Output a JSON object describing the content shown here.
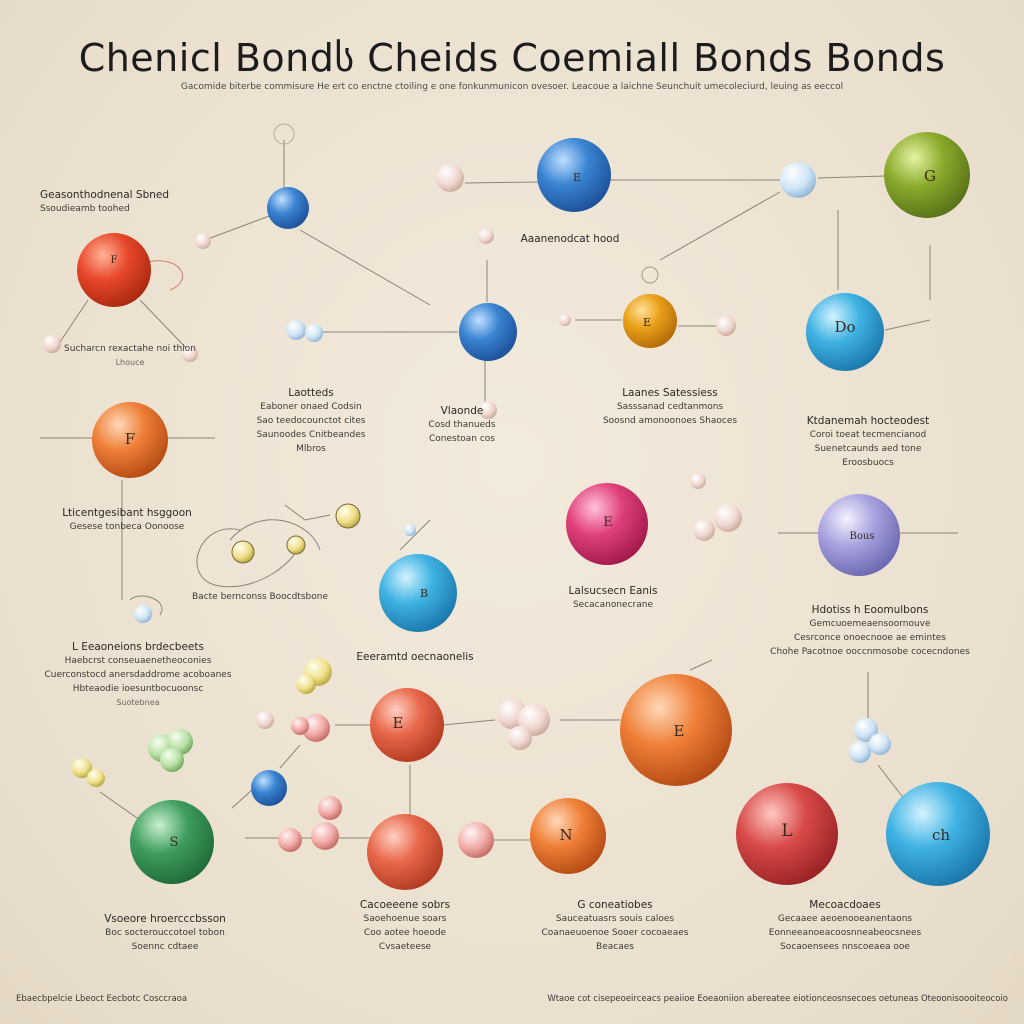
{
  "title": "Chenicl Bondს Cheids Coemiall Bonds Bonds",
  "subtitle": "Gacomide biterbe commisure He ert co enctne ctoiling e one fonkunmunicon ovesoer. Leacoue a laichne Seunchuit umecoleciurd, leuing as eeccol",
  "spheres": [
    {
      "letter": "F",
      "color": "#e85a2c"
    },
    {
      "letter": "",
      "color": "#3f86d0"
    },
    {
      "letter": "E",
      "color": "#3a85d6"
    },
    {
      "letter": "G",
      "color": "#8aaa2e"
    },
    {
      "letter": "",
      "color": "#3d83d0"
    },
    {
      "letter": "E",
      "color": "#e79a18"
    },
    {
      "letter": "Do",
      "color": "#3eaee0"
    },
    {
      "letter": "F",
      "color": "#ee8040"
    },
    {
      "letter": "E",
      "color": "#e0407c"
    },
    {
      "letter": "Bous",
      "color": "#9c98d8"
    },
    {
      "letter": "B",
      "color": "#3cb4d4"
    },
    {
      "letter": "E",
      "color": "#e8684a"
    },
    {
      "letter": "E",
      "color": "#ee7a26"
    },
    {
      "letter": "S",
      "color": "#3e9d5e"
    },
    {
      "letter": "",
      "color": "#3e70c4"
    },
    {
      "letter": "",
      "color": "#e8684e"
    },
    {
      "letter": "N",
      "color": "#ec6c2c"
    },
    {
      "letter": "L",
      "color": "#d84a48"
    },
    {
      "letter": "ch",
      "color": "#3cb0d8"
    }
  ],
  "labels": {
    "l1": {
      "h": "Geasonthodnenal Sbned",
      "lines": [
        "Ssoudieamb toohed",
        "",
        "",
        "Sucharcn rexactahe noi thion",
        "Lhouce"
      ]
    },
    "l2": {
      "h": "Aaanenodcat hood ",
      "lines": []
    },
    "l3": {
      "h": "Laotteds",
      "lines": [
        "Eaboner onaed Codsin",
        "Sao teedocounctot cites",
        "Saunoodes Cnitbeandes",
        "Mlbros"
      ]
    },
    "l4": {
      "h": "Vlaonde",
      "lines": [
        "Cosd thanueds",
        "Conestoan cos"
      ]
    },
    "l5": {
      "h": "Laanes Satessiess",
      "lines": [
        "Sasssanad cedtanmons",
        "Soosnd amonoonoes Shaoces"
      ]
    },
    "l6": {
      "h": "Ktdanemah hocteodest",
      "lines": [
        "Coroi toeat tecmencianod",
        "Suenetcaunds aed tone",
        "Eroosbuocs"
      ]
    },
    "l7": {
      "h": "Lticentgesibant hsggoon",
      "lines": [
        "Gesese tonbeca Oonoose"
      ]
    },
    "l8": {
      "h": "",
      "lines": [
        "Bacte bernconss Boocdtsbone"
      ]
    },
    "l9": {
      "h": "Lalsucsecn Eanis",
      "lines": [
        "Secacanonecrane"
      ]
    },
    "l10": {
      "h": "Hdotiss h Eoomulbons",
      "lines": [
        "Gemcuoemeaensoornouve",
        "Cesrconce onoecnooe ae emintes",
        "Chohe Pacotnoe ooccnmosobe cocecndones"
      ]
    },
    "l11": {
      "h": "L Eeaoneions brdecbeets",
      "lines": [
        "Haebcrst conseuaenetheoconies",
        "Cuerconstocd anersdaddrome acoboanes",
        "Hbteaodie ioesuntbocuoonsc",
        "Suotebnea"
      ]
    },
    "l12": {
      "h": "Eeeramtd oecnaonelis",
      "lines": []
    },
    "l13": {
      "h": "Vsoeore hroercccbsson",
      "lines": [
        "Boc socterouccotoel tobon",
        "Soennc cdtaee"
      ]
    },
    "l14": {
      "h": "Cacoeeene sobrs",
      "lines": [
        "Saoehoenue soars",
        "Coo aotee hoeode",
        "Cvsaeteese"
      ]
    },
    "l15": {
      "h": "G coneatiobes",
      "lines": [
        "Sauceatuasrs souis caloes",
        "Coanaeuoenoe Sooer cocoaeaes",
        "Beacaes"
      ]
    },
    "l16": {
      "h": "Mecoacdoaes",
      "lines": [
        "Gecaaee aeoenooeanentaons",
        "Eonneeanoeacoosnneabeocsnees",
        "Socaoensees nnscoeaea ooe"
      ]
    }
  },
  "footer": {
    "left": "Ebaecbpelcie Lbeoct Eecbotc Cosccraoa",
    "right": "Wtaoe cot cisepeoeirceacs peaiioe Eoeaoniion abereatee eiotionceosnsecoes oetuneas Oteoonisoooiteocoio"
  },
  "colors": {
    "background": "#ede3d3",
    "line": "#8c8478",
    "text": "#2a2a2a"
  }
}
